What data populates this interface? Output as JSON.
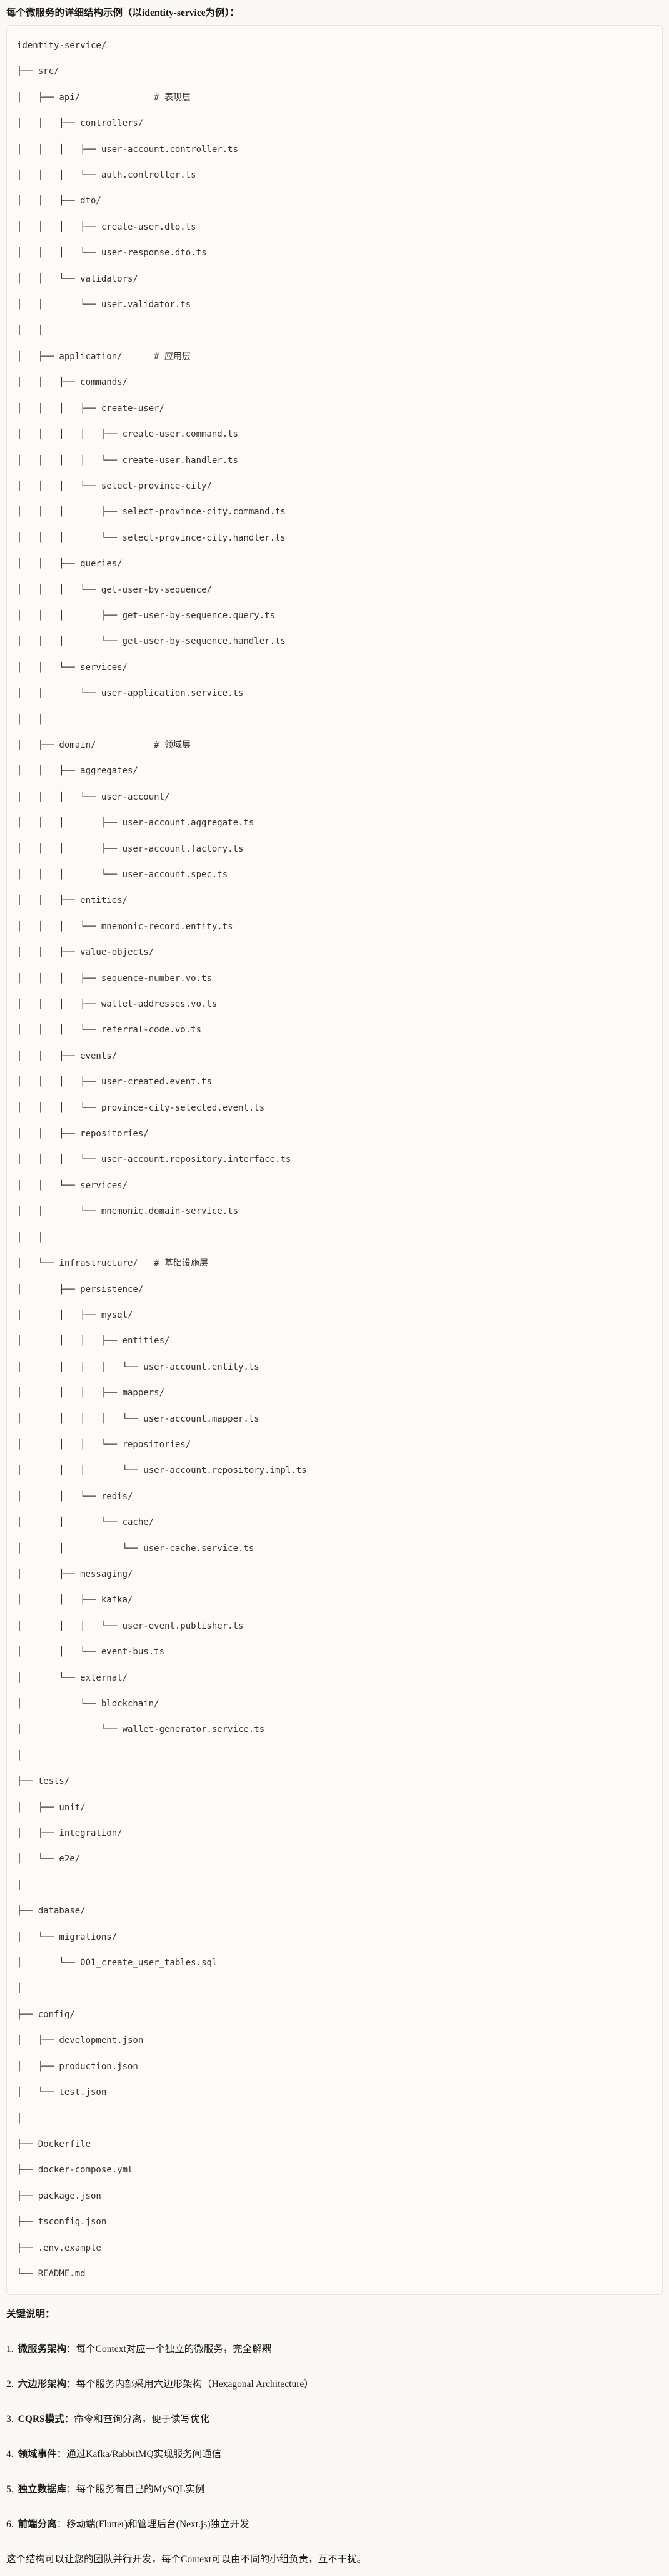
{
  "colors": {
    "page_bg": "#FAF9F5",
    "code_bg": "#FCFBF8",
    "code_border": "#E7E4DC",
    "text": "#1A1915",
    "code_text": "#34322C"
  },
  "title": "每个微服务的详细结构示例（以identity-service为例）：",
  "tree": {
    "lines": [
      "identity-service/",
      "├── src/",
      "│   ├── api/              # 表现层",
      "│   │   ├── controllers/",
      "│   │   │   ├── user-account.controller.ts",
      "│   │   │   └── auth.controller.ts",
      "│   │   ├── dto/",
      "│   │   │   ├── create-user.dto.ts",
      "│   │   │   └── user-response.dto.ts",
      "│   │   └── validators/",
      "│   │       └── user.validator.ts",
      "│   │",
      "│   ├── application/      # 应用层",
      "│   │   ├── commands/",
      "│   │   │   ├── create-user/",
      "│   │   │   │   ├── create-user.command.ts",
      "│   │   │   │   └── create-user.handler.ts",
      "│   │   │   └── select-province-city/",
      "│   │   │       ├── select-province-city.command.ts",
      "│   │   │       └── select-province-city.handler.ts",
      "│   │   ├── queries/",
      "│   │   │   └── get-user-by-sequence/",
      "│   │   │       ├── get-user-by-sequence.query.ts",
      "│   │   │       └── get-user-by-sequence.handler.ts",
      "│   │   └── services/",
      "│   │       └── user-application.service.ts",
      "│   │",
      "│   ├── domain/           # 领域层",
      "│   │   ├── aggregates/",
      "│   │   │   └── user-account/",
      "│   │   │       ├── user-account.aggregate.ts",
      "│   │   │       ├── user-account.factory.ts",
      "│   │   │       └── user-account.spec.ts",
      "│   │   ├── entities/",
      "│   │   │   └── mnemonic-record.entity.ts",
      "│   │   ├── value-objects/",
      "│   │   │   ├── sequence-number.vo.ts",
      "│   │   │   ├── wallet-addresses.vo.ts",
      "│   │   │   └── referral-code.vo.ts",
      "│   │   ├── events/",
      "│   │   │   ├── user-created.event.ts",
      "│   │   │   └── province-city-selected.event.ts",
      "│   │   ├── repositories/",
      "│   │   │   └── user-account.repository.interface.ts",
      "│   │   └── services/",
      "│   │       └── mnemonic.domain-service.ts",
      "│   │",
      "│   └── infrastructure/   # 基础设施层",
      "│       ├── persistence/",
      "│       │   ├── mysql/",
      "│       │   │   ├── entities/",
      "│       │   │   │   └── user-account.entity.ts",
      "│       │   │   ├── mappers/",
      "│       │   │   │   └── user-account.mapper.ts",
      "│       │   │   └── repositories/",
      "│       │   │       └── user-account.repository.impl.ts",
      "│       │   └── redis/",
      "│       │       └── cache/",
      "│       │           └── user-cache.service.ts",
      "│       ├── messaging/",
      "│       │   ├── kafka/",
      "│       │   │   └── user-event.publisher.ts",
      "│       │   └── event-bus.ts",
      "│       └── external/",
      "│           └── blockchain/",
      "│               └── wallet-generator.service.ts",
      "│",
      "├── tests/",
      "│   ├── unit/",
      "│   ├── integration/",
      "│   └── e2e/",
      "│",
      "├── database/",
      "│   └── migrations/",
      "│       └── 001_create_user_tables.sql",
      "│",
      "├── config/",
      "│   ├── development.json",
      "│   ├── production.json",
      "│   └── test.json",
      "│",
      "├── Dockerfile",
      "├── docker-compose.yml",
      "├── package.json",
      "├── tsconfig.json",
      "├── .env.example",
      "└── README.md"
    ]
  },
  "notes": {
    "heading": "关键说明：",
    "items": [
      {
        "num": "1.",
        "label": "微服务架构",
        "sep": "：",
        "text": "每个Context对应一个独立的微服务，完全解耦"
      },
      {
        "num": "2.",
        "label": "六边形架构",
        "sep": "：",
        "text": "每个服务内部采用六边形架构（Hexagonal Architecture）"
      },
      {
        "num": "3.",
        "label": "CQRS模式",
        "sep": "：",
        "text": "命令和查询分离，便于读写优化"
      },
      {
        "num": "4.",
        "label": "领域事件",
        "sep": "：",
        "text": "通过Kafka/RabbitMQ实现服务间通信"
      },
      {
        "num": "5.",
        "label": "独立数据库",
        "sep": "：",
        "text": "每个服务有自己的MySQL实例"
      },
      {
        "num": "6.",
        "label": "前端分离",
        "sep": "：",
        "text": "移动端(Flutter)和管理后台(Next.js)独立开发"
      }
    ],
    "footer": "这个结构可以让您的团队并行开发，每个Context可以由不同的小组负责，互不干扰。"
  }
}
